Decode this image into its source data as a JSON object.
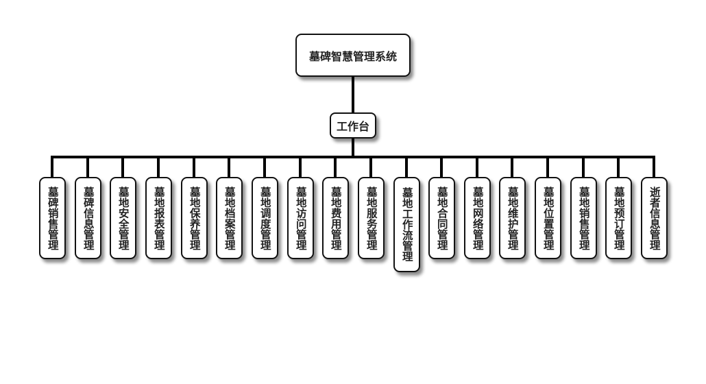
{
  "root": {
    "label": "墓碑智慧管理系统"
  },
  "hub": {
    "label": "工作台"
  },
  "modules": [
    {
      "label": "墓碑销售管理"
    },
    {
      "label": "墓碑信息管理"
    },
    {
      "label": "墓地安全管理"
    },
    {
      "label": "墓地报表管理"
    },
    {
      "label": "墓地保养管理"
    },
    {
      "label": "墓地档案管理"
    },
    {
      "label": "墓地调度管理"
    },
    {
      "label": "墓地访问管理"
    },
    {
      "label": "墓地费用管理"
    },
    {
      "label": "墓地服务管理"
    },
    {
      "label": "墓地工作流管理"
    },
    {
      "label": "墓地合同管理"
    },
    {
      "label": "墓地网络管理"
    },
    {
      "label": "墓地维护管理"
    },
    {
      "label": "墓地位置管理"
    },
    {
      "label": "墓地销售管理"
    },
    {
      "label": "墓地预订管理"
    },
    {
      "label": "逝者信息管理"
    }
  ]
}
